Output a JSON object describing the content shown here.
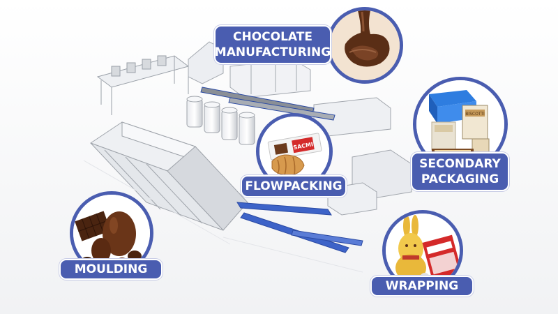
{
  "labels": {
    "chocolate": {
      "line1": "CHOCOLATE",
      "line2": "MANUFACTURING"
    },
    "secondary": {
      "line1": "SECONDARY",
      "line2": "PACKAGING"
    },
    "flowpacking": "FLOWPACKING",
    "moulding": "MOULDING",
    "wrapping": "WRAPPING"
  },
  "icons": {
    "chocolate": "chocolate-swirl-icon",
    "secondary": "product-boxes-icon",
    "flowpacking": "wrapped-bar-croissant-icon",
    "moulding": "chocolate-eggs-icon",
    "wrapping": "bunny-wrapped-product-icon"
  },
  "product_text": {
    "brand": "SACMI",
    "box": "BISCOTTI"
  },
  "colors": {
    "accent": "#4a5db0",
    "chocolate": "#5a2e16",
    "conveyor": "#3d63c8",
    "product_red": "#d42a2a",
    "gift_box": "#2e7de0"
  }
}
